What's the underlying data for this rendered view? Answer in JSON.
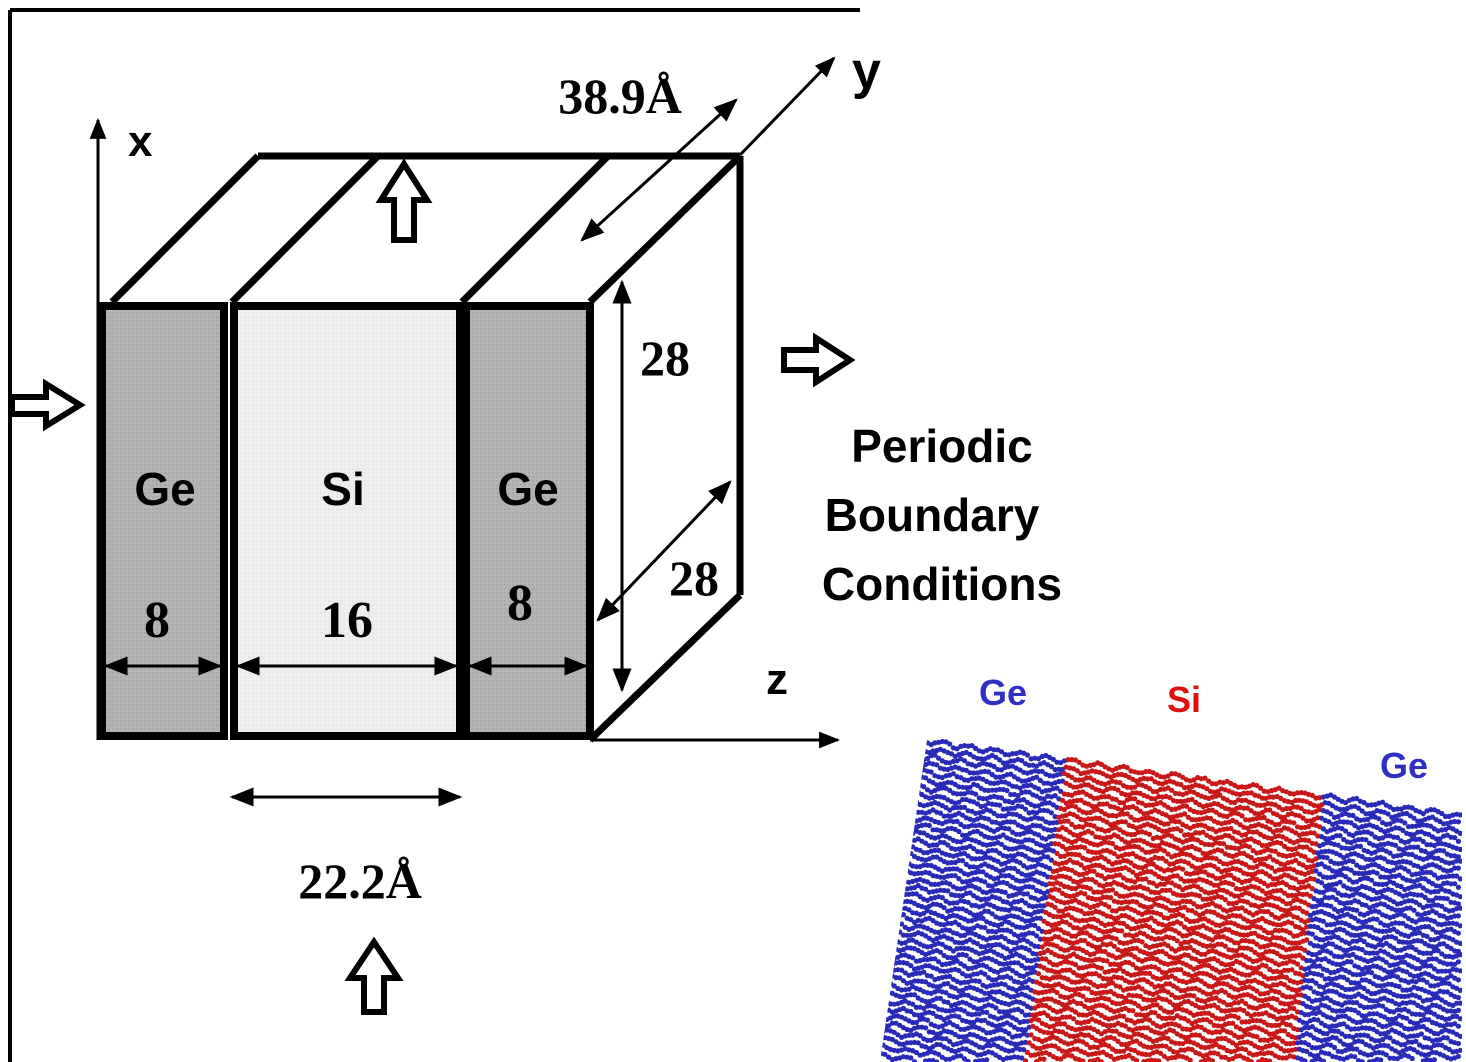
{
  "axes": {
    "x": "x",
    "y": "y",
    "z": "z"
  },
  "layers": [
    {
      "material": "Ge",
      "thickness": "8"
    },
    {
      "material": "Si",
      "thickness": "16"
    },
    {
      "material": "Ge",
      "thickness": "8"
    }
  ],
  "dimensions": {
    "y_length": "38.9Å",
    "z_length": "22.2Å",
    "x_cells": "28",
    "y_cells": "28"
  },
  "boundary": {
    "line1": "Periodic",
    "line2": "Boundary",
    "line3": "Conditions"
  },
  "atomistic": {
    "label_left": "Ge",
    "label_mid": "Si",
    "label_right": "Ge",
    "colors": {
      "Ge": "#2a2ab8",
      "Si": "#c81818"
    }
  },
  "colors": {
    "Ge_fill": "#b4b4b4",
    "Si_fill": "#ececec",
    "line": "#000000"
  }
}
